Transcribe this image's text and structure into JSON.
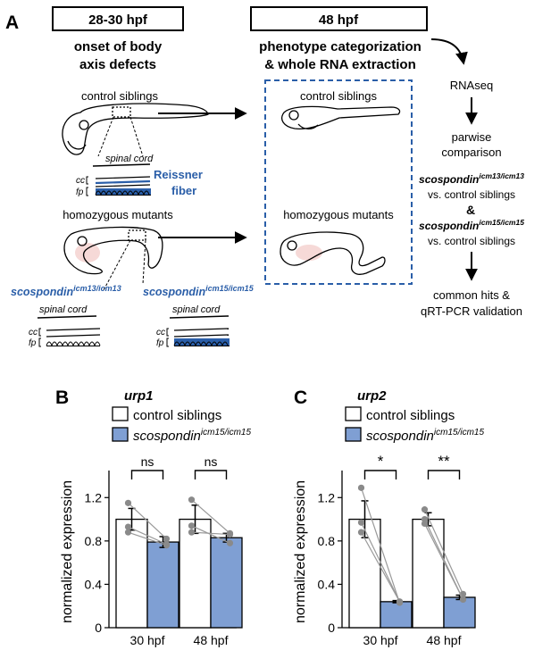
{
  "panelA": {
    "letter": "A",
    "box1": "28-30 hpf",
    "box2": "48 hpf",
    "onset_line1": "onset of body",
    "onset_line2": "axis defects",
    "pheno_line1": "phenotype categorization",
    "pheno_line2": "& whole RNA extraction",
    "control_left": "control siblings",
    "control_right": "control siblings",
    "spinal_cord_1": "spinal cord",
    "spinal_cord_2": "spinal cord",
    "spinal_cord_3": "spinal cord",
    "reissner_line1": "Reissner",
    "reissner_line2": "fiber",
    "cc": "cc",
    "fp": "fp",
    "mutants_left": "homozygous mutants",
    "mutants_right": "homozygous mutants",
    "allele1_base": "scospondin",
    "allele1_sup": "icm13/icm13",
    "allele2_base": "scospondin",
    "allele2_sup": "icm15/icm15",
    "flow_rnaseq": "RNAseq",
    "flow_parwise": "parwise",
    "flow_comparison": "comparison",
    "flow_a1_base": "scospondin",
    "flow_a1_sup": "icm13/icm13",
    "flow_vs1": "vs. control siblings",
    "flow_amp": "&",
    "flow_a2_base": "scospondin",
    "flow_a2_sup": "icm15/icm15",
    "flow_vs2": "vs. control siblings",
    "flow_hits1": "common hits &",
    "flow_hits2": "qRT-PCR validation"
  },
  "colors": {
    "blue_text": "#2a5ea8",
    "mutant_bar": "#7f9fd3",
    "dashed_box": "#2a5ea8",
    "dots": "#8a8a8a"
  },
  "chart_data": [
    {
      "panel": "B",
      "type": "bar",
      "title": "urp1",
      "ylabel": "normalized expression",
      "ylim": [
        0,
        1.4
      ],
      "yticks": [
        "0",
        "0.4",
        "0.8",
        "1.2"
      ],
      "categories": [
        "30 hpf",
        "48 hpf"
      ],
      "legend": {
        "control": "control siblings",
        "mutant_base": "scospondin",
        "mutant_sup": "icm15/icm15"
      },
      "series": [
        {
          "name": "control siblings",
          "values": [
            1.0,
            1.0
          ],
          "errors": [
            0.1,
            0.13
          ]
        },
        {
          "name": "scospondin icm15/icm15",
          "values": [
            0.79,
            0.83
          ],
          "errors": [
            0.05,
            0.04
          ]
        }
      ],
      "points": [
        [
          [
            1.15,
            0.82
          ],
          [
            0.93,
            0.77
          ],
          [
            0.88,
            0.76
          ]
        ],
        [
          [
            1.18,
            0.87
          ],
          [
            0.88,
            0.86
          ],
          [
            0.94,
            0.78
          ]
        ]
      ],
      "significance": [
        "ns",
        "ns"
      ]
    },
    {
      "panel": "C",
      "type": "bar",
      "title": "urp2",
      "ylabel": "normalized expression",
      "ylim": [
        0,
        1.4
      ],
      "yticks": [
        "0",
        "0.4",
        "0.8",
        "1.2"
      ],
      "categories": [
        "30 hpf",
        "48 hpf"
      ],
      "legend": {
        "control": "control siblings",
        "mutant_base": "scospondin",
        "mutant_sup": "icm15/icm15"
      },
      "series": [
        {
          "name": "control siblings",
          "values": [
            1.0,
            1.0
          ],
          "errors": [
            0.17,
            0.06
          ]
        },
        {
          "name": "scospondin icm15/icm15",
          "values": [
            0.24,
            0.28
          ],
          "errors": [
            0.01,
            0.02
          ]
        }
      ],
      "points": [
        [
          [
            1.29,
            0.23
          ],
          [
            0.97,
            0.24
          ],
          [
            0.88,
            0.24
          ]
        ],
        [
          [
            1.09,
            0.31
          ],
          [
            1.0,
            0.26
          ],
          [
            0.96,
            0.26
          ]
        ]
      ],
      "significance": [
        "*",
        "**"
      ]
    }
  ]
}
